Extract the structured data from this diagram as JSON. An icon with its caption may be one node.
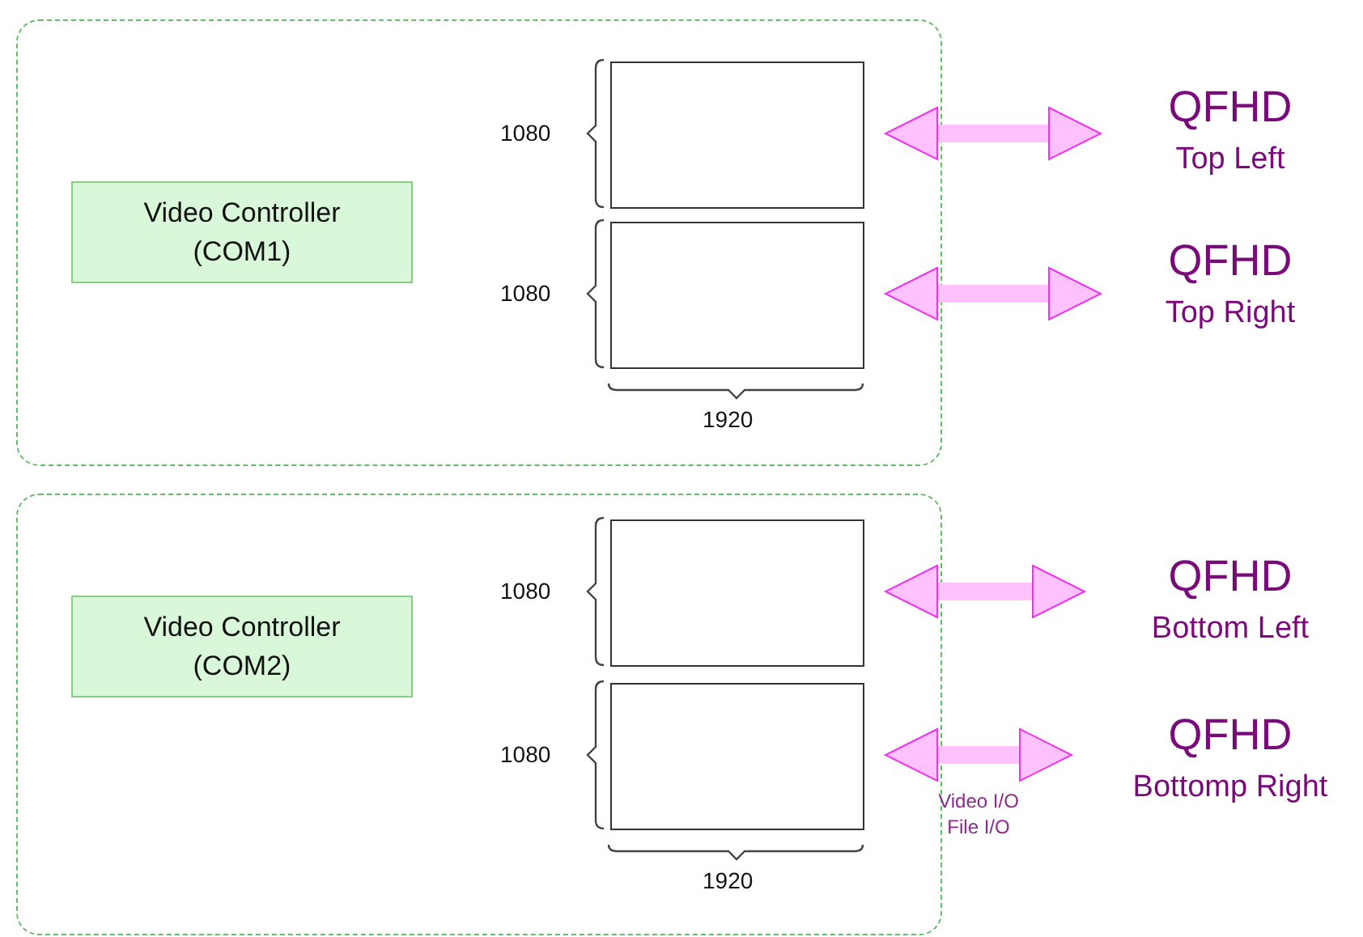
{
  "diagram": {
    "nodes": [
      {
        "text": [],
        "shape": "box"
      },
      {
        "text": [
          "Video Controller (COM1)"
        ],
        "in": 0
      },
      {
        "text": [],
        "shape": "box",
        "in": 0
      },
      {
        "text": [],
        "shape": "box",
        "in": 0
      },
      {
        "text": [],
        "shape": "box"
      },
      {
        "text": [
          "Video Controller (COM2)"
        ],
        "in": 4
      },
      {
        "text": [],
        "shape": "box",
        "in": 4
      },
      {
        "text": [],
        "shape": "box",
        "in": 4
      },
      {
        "text": [
          "QFHD",
          "Top Left"
        ]
      },
      {
        "text": [
          "QFHD",
          "Top Right"
        ]
      },
      {
        "text": [
          "QFHD",
          "Bottom Left"
        ]
      },
      {
        "text": [
          "QFHD",
          "Bottomp Right"
        ]
      }
    ],
    "edges": [
      {
        "from": 2,
        "to": 8,
        "arrow": "both"
      },
      {
        "from": 3,
        "to": 9,
        "arrow": "both"
      },
      {
        "from": 6,
        "to": 10,
        "arrow": "both"
      },
      {
        "from": 7,
        "to": 11,
        "arrow": "both",
        "label": "Video I/O File I/O"
      }
    ],
    "labels": [
      "1080",
      "1080",
      "1920",
      "1080",
      "1080",
      "1920"
    ]
  }
}
